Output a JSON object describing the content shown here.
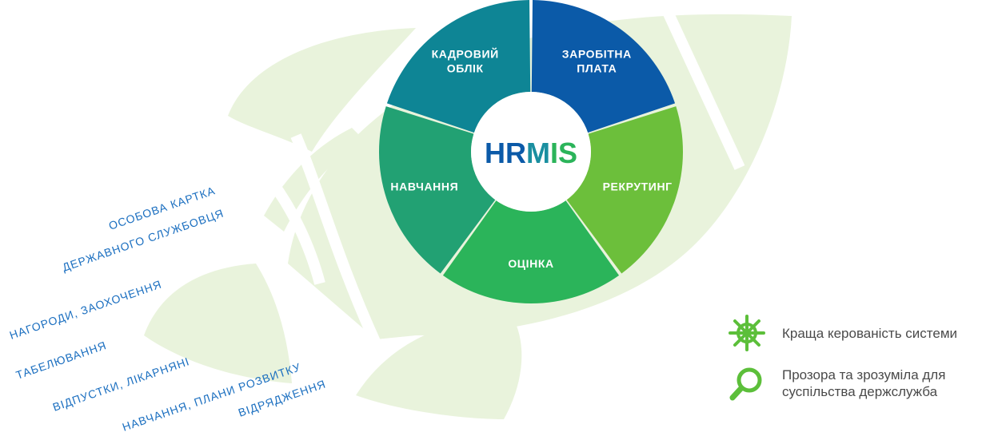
{
  "wheel": {
    "center": {
      "part1": "HR",
      "part2": "M",
      "part3": "IS"
    },
    "segments": [
      {
        "id": "payroll",
        "lines": [
          "ЗАРОБІТНА",
          "ПЛАТА"
        ],
        "color": "#0b5aa8"
      },
      {
        "id": "recruiting",
        "lines": [
          "РЕКРУТИНГ"
        ],
        "color": "#6cbf3b"
      },
      {
        "id": "assessment",
        "lines": [
          "ОЦІНКА"
        ],
        "color": "#2bb45a"
      },
      {
        "id": "training",
        "lines": [
          "НАВЧАННЯ"
        ],
        "color": "#22a173"
      },
      {
        "id": "hr-records",
        "lines": [
          "КАДРОВИЙ",
          "ОБЛІК"
        ],
        "color": "#0e8595"
      }
    ]
  },
  "features": {
    "personal_card_line1": "ОСОБОВА КАРТКА",
    "personal_card_line2": "ДЕРЖАВНОГО СЛУЖБОВЦЯ",
    "awards": "НАГОРОДИ, ЗАОХОЧЕННЯ",
    "timesheets": "ТАБЕЛЮВАННЯ",
    "leave": "ВІДПУСТКИ, ЛІКАРНЯНІ",
    "development": "НАВЧАННЯ, ПЛАНИ РОЗВИТКУ",
    "business_trips": "ВІДРЯДЖЕННЯ"
  },
  "benefits": {
    "governance": {
      "icon": "ship-wheel-icon",
      "text": "Краща керованість системи"
    },
    "transparency": {
      "icon": "magnifier-icon",
      "text": "Прозора та зрозуміла для суспільства держслужба"
    }
  },
  "colors": {
    "rocket": "#e9f3dc",
    "center_blue": "#0b5aa8",
    "center_green": "#2bb45a",
    "feature_text": "#1b6fc0",
    "icon_green": "#5cbf3a"
  }
}
